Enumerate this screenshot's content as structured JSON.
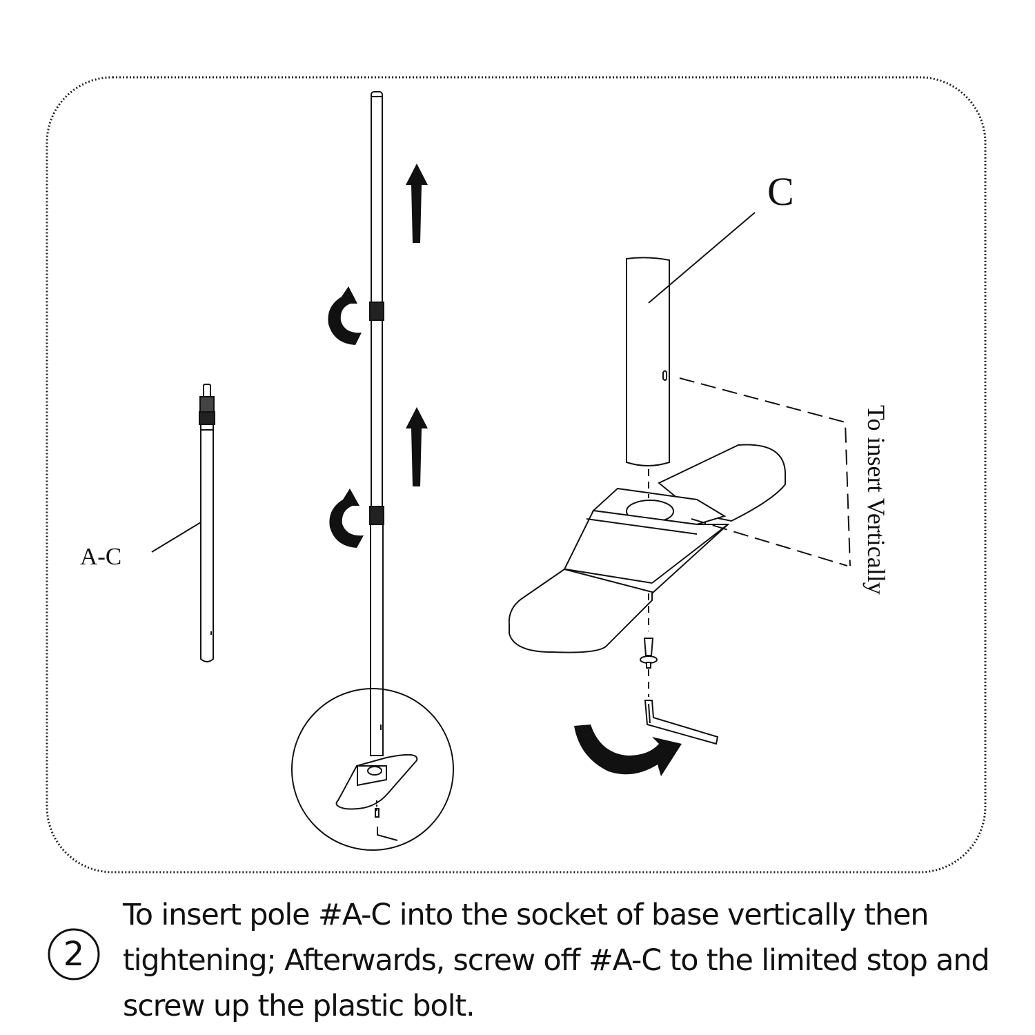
{
  "labels": {
    "part_c": "C",
    "part_ac": "A-C",
    "insert_note": "To insert Vertically"
  },
  "step": {
    "number": "2",
    "lines": [
      "To insert pole #A-C into the socket of base vertically then",
      "tightening; Afterwards, screw off #A-C to the limited stop and",
      "screw up the plastic bolt."
    ]
  }
}
